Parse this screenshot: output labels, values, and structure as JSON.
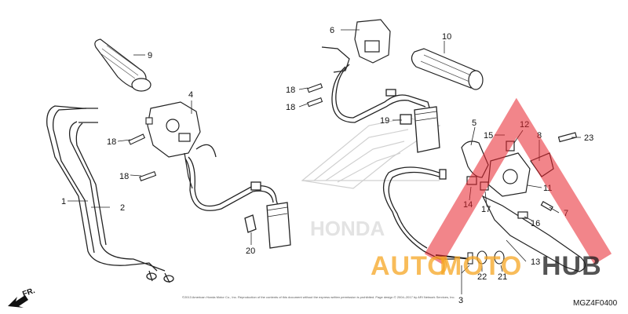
{
  "diagram": {
    "part_numbers": [
      "1",
      "2",
      "3",
      "4",
      "5",
      "6",
      "7",
      "8",
      "9",
      "10",
      "11",
      "12",
      "13",
      "14",
      "15",
      "16",
      "17",
      "18",
      "18",
      "18",
      "18",
      "19",
      "20",
      "21",
      "22",
      "23"
    ],
    "direction_label": "FR.",
    "diagram_code": "MGZ4F0400",
    "copyright_line": "©2013 American Honda Motor Co., Inc. Reproduction of the contents of this document without the express written permission is prohibited. Page design © 2004–2017 by ARI Network Services, Inc.",
    "background_logo_text": "HONDA"
  },
  "watermark": {
    "text_part1": "AUTO",
    "text_part2": "MOTO",
    "text_part3": "HUB",
    "color_orange": "#f5a623",
    "color_red": "#e8202a",
    "color_dark": "#1a1a1a"
  }
}
